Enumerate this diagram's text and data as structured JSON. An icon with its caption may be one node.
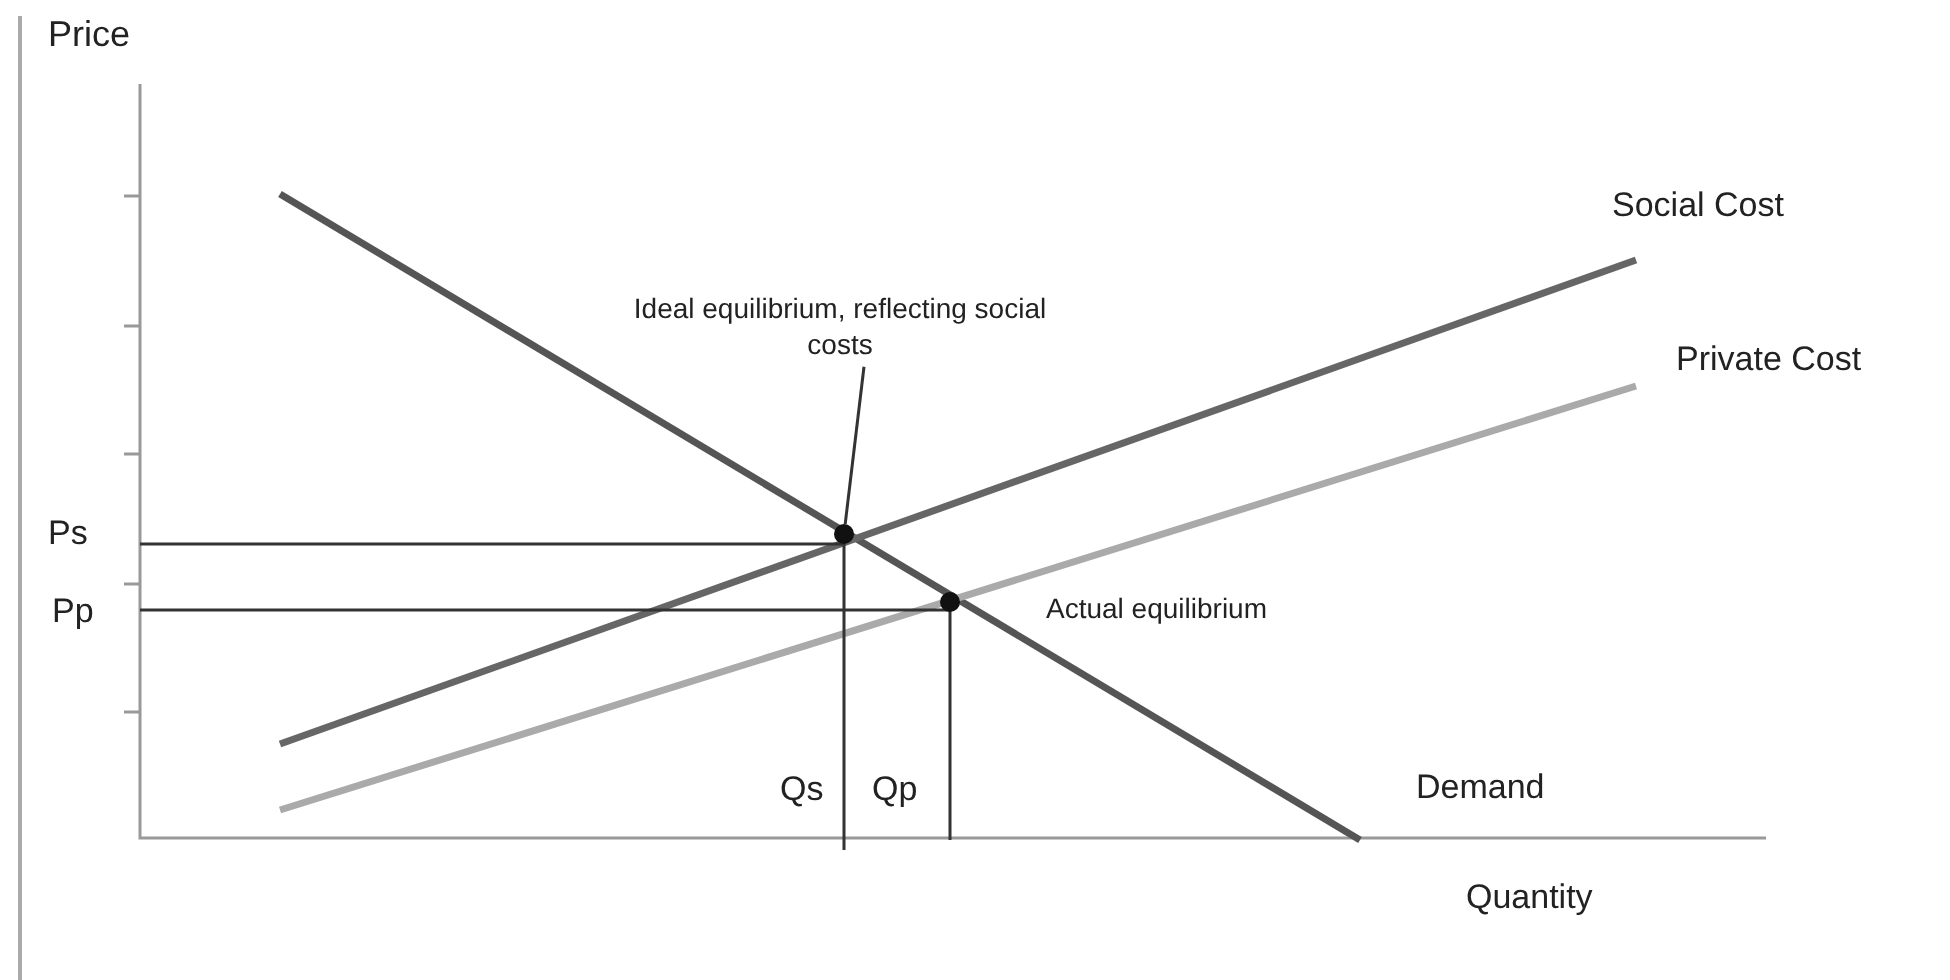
{
  "diagram": {
    "nodes": [
      {
        "text": [
          "Ideal equilibrium, reflecting social costs"
        ]
      },
      {
        "text": [],
        "shape": "circle"
      }
    ],
    "edges": [
      {
        "from": 0,
        "to": 1,
        "arrow": "none"
      }
    ],
    "labels": [
      "Price",
      "Social Cost",
      "Private Cost",
      "Ps",
      "Pp",
      "Actual equilibrium",
      "Qs",
      "Qp",
      "Demand",
      "Quantity"
    ]
  }
}
